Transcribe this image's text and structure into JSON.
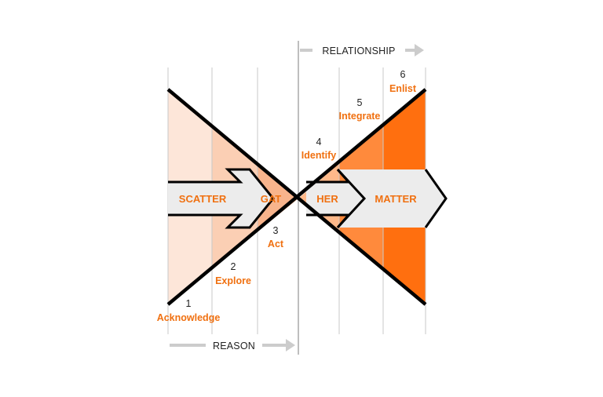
{
  "colors": {
    "orange": "#ff6f0f",
    "orange_mid": "#ff8a3c",
    "orange_text": "#f07010",
    "peach_light": "#fde6d9",
    "peach_mid": "#fbcfb4",
    "peach_dark": "#f8b48c",
    "arrow_fill": "#ececec",
    "axis_gray": "#cccccc"
  },
  "axes": {
    "top_label": "RELATIONSHIP",
    "bottom_label": "REASON"
  },
  "steps": [
    {
      "number": "1",
      "label": "Acknowledge"
    },
    {
      "number": "2",
      "label": "Explore"
    },
    {
      "number": "3",
      "label": "Act"
    },
    {
      "number": "4",
      "label": "Identify"
    },
    {
      "number": "5",
      "label": "Integrate"
    },
    {
      "number": "6",
      "label": "Enlist"
    }
  ],
  "arrow_words": {
    "scatter": "SCATTER",
    "gat": "GAT",
    "her": "HER",
    "matter": "MATTER"
  }
}
